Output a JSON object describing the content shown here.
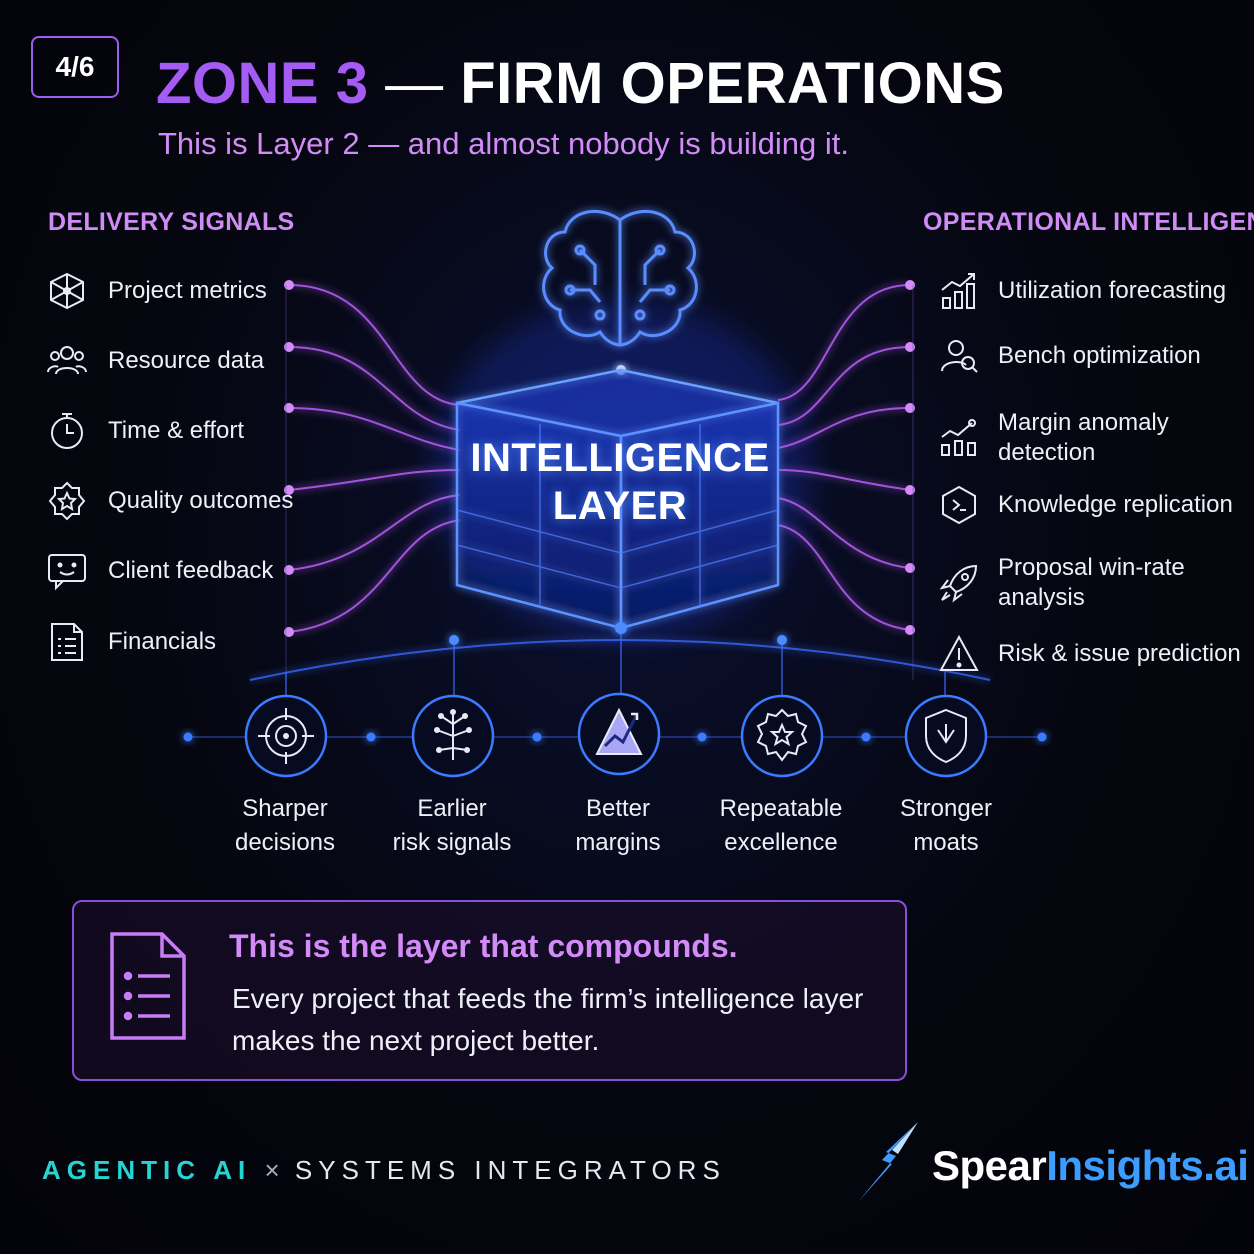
{
  "page_badge": "4/6",
  "header": {
    "zone": "ZONE 3",
    "dash": "—",
    "title": "FIRM OPERATIONS",
    "subtitle": "This is Layer 2 — and almost nobody is building it."
  },
  "delivery_signals": {
    "heading": "DELIVERY SIGNALS",
    "items": [
      {
        "label": "Project metrics",
        "icon": "cube-network-icon"
      },
      {
        "label": "Resource data",
        "icon": "people-icon"
      },
      {
        "label": "Time & effort",
        "icon": "stopwatch-icon"
      },
      {
        "label": "Quality outcomes",
        "icon": "star-badge-icon"
      },
      {
        "label": "Client feedback",
        "icon": "chat-bubble-icon"
      },
      {
        "label": "Financials",
        "icon": "document-list-icon"
      }
    ]
  },
  "operational_intelligence": {
    "heading": "OPERATIONAL INTELLIGENCE",
    "items": [
      {
        "label": "Utilization forecasting",
        "icon": "bar-chart-up-icon"
      },
      {
        "label": "Bench optimization",
        "icon": "person-search-icon"
      },
      {
        "label": "Margin anomaly detection",
        "icon": "chart-anomaly-icon"
      },
      {
        "label": "Knowledge replication",
        "icon": "hexagon-chevron-icon"
      },
      {
        "label": "Proposal win-rate analysis",
        "icon": "rocket-icon"
      },
      {
        "label": "Risk & issue prediction",
        "icon": "warning-triangle-icon"
      }
    ]
  },
  "core": {
    "line1": "INTELLIGENCE",
    "line2": "LAYER"
  },
  "outcomes": [
    {
      "line1": "Sharper",
      "line2": "decisions",
      "icon": "target-icon"
    },
    {
      "line1": "Earlier",
      "line2": "risk signals",
      "icon": "circuit-tree-icon"
    },
    {
      "line1": "Better",
      "line2": "margins",
      "icon": "rising-chart-triangle-icon"
    },
    {
      "line1": "Repeatable",
      "line2": "excellence",
      "icon": "gear-star-icon"
    },
    {
      "line1": "Stronger",
      "line2": "moats",
      "icon": "shield-icon"
    }
  ],
  "callout": {
    "title": "This is the layer that compounds.",
    "body": "Every project that feeds the firm’s intelligence layer makes the next project better."
  },
  "footer": {
    "tag_a": "AGENTIC AI",
    "tag_x": "×",
    "tag_b": "SYSTEMS INTEGRATORS",
    "brand_a": "Spear",
    "brand_b": "Insights.ai"
  },
  "colors": {
    "accent_purple": "#a55cf5",
    "accent_pink": "#d38cf7",
    "glow_blue": "#3b7bff",
    "teal": "#27d3d3",
    "background": "#05060f"
  }
}
